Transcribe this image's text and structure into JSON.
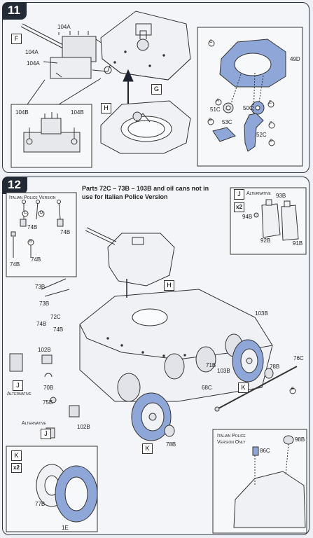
{
  "steps": [
    {
      "number": "11"
    },
    {
      "number": "12"
    }
  ],
  "step11": {
    "views": {
      "f": "F",
      "g": "G",
      "h": "H"
    },
    "parts": {
      "p104a_1": "104A",
      "p104a_2": "104A",
      "p104a_3": "104A",
      "p104b": "104B",
      "p49d": "49D",
      "p51c": "51C",
      "p50c": "50C",
      "p53c": "53C",
      "p52c": "52C"
    },
    "callouts": {
      "a": "A",
      "b": "B",
      "c1": "C",
      "c2": "C",
      "d": "D",
      "e": "E",
      "f": "F"
    }
  },
  "step12": {
    "note_line1": "Parts 72C – 73B – 103B and oil cans not in",
    "note_line2": "use for Italian Police Version",
    "italian_police_version": "Italian Police Version",
    "alternative": "Alternative",
    "italian_police_version_only_1": "Italian Police",
    "italian_police_version_only_2": "Version Only",
    "x2_a": "x2",
    "x2_b": "x2",
    "views": {
      "j1": "J",
      "j2": "J",
      "j3": "J",
      "h": "H",
      "k1": "K",
      "k2": "K",
      "k3": "K"
    },
    "parts": {
      "p74b_1": "74B",
      "p74b_2": "74B",
      "p74b_3": "74B",
      "p74b_4": "74B",
      "p74b_5": "74B",
      "p93b": "93B",
      "p94b": "94B",
      "p92b": "92B",
      "p91b": "91B",
      "p73b_1": "73B",
      "p73b_2": "73B",
      "p72c": "72C",
      "p103b_1": "103B",
      "p103b_2": "103B",
      "p71b": "71B",
      "p68c": "68C",
      "p78b_1": "78B",
      "p78b_2": "78B",
      "p76c": "76C",
      "p102b_1": "102B",
      "p102b_2": "102B",
      "p70b": "70B",
      "p75b": "75B",
      "p77b": "77B",
      "p1e": "1E",
      "p86c": "86C",
      "p98b": "98B"
    },
    "callouts": {
      "c": "C",
      "d": "D",
      "b": "B",
      "e": "E"
    }
  }
}
